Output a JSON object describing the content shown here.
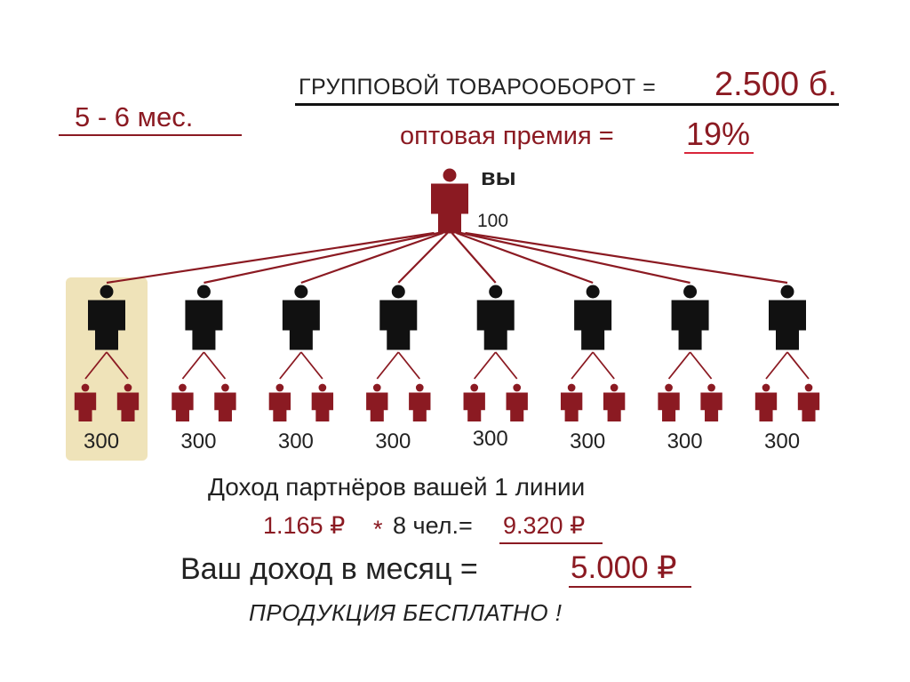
{
  "period": "5 - 6  мес.",
  "header": {
    "turnover_label": "ГРУППОВОЙ  ТОВАРООБОРОТ =",
    "turnover_value": "2.500 б.",
    "bonus_label": "оптовая  премия  =",
    "bonus_value": "19%"
  },
  "you": {
    "label": "вы",
    "points": "100"
  },
  "partners": {
    "count": 8,
    "points": [
      "300",
      "300",
      "300",
      "300",
      "300",
      "300",
      "300",
      "300"
    ]
  },
  "income": {
    "title": "Доход партнёров  вашей  1  линии",
    "calc_per_partner": "1.165 ₽",
    "calc_mult": "*",
    "calc_count": "8 чел.=",
    "calc_total": "9.320 ₽",
    "monthly_label": "Ваш  доход  в  месяц  =",
    "monthly_value": "5.000 ₽",
    "free_products": "ПРОДУКЦИЯ  БЕСПЛАТНО !"
  },
  "colors": {
    "accent": "#8b1a22",
    "partner": "#111111",
    "highlight": "#efe3b9"
  }
}
